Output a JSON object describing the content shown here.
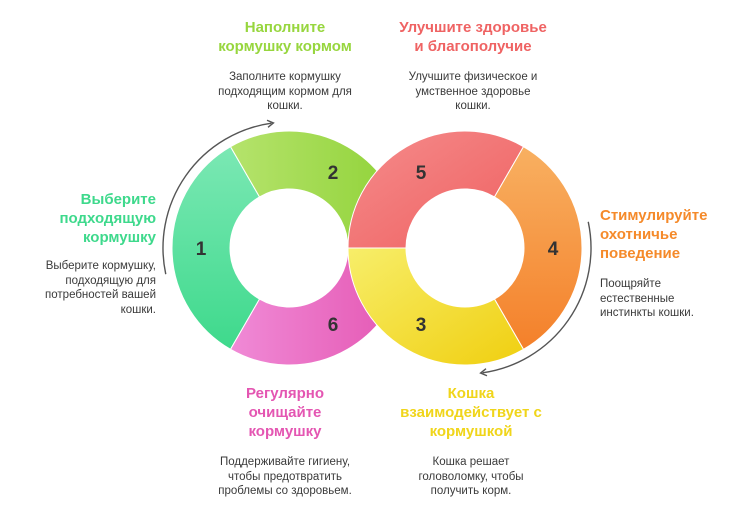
{
  "colors": {
    "step1": "#3ed98c",
    "step2": "#97d63e",
    "step3": "#f0d51a",
    "step4": "#f58a2a",
    "step5": "#ef6363",
    "step6": "#e456b2",
    "arrow": "#555555",
    "number": "#333333"
  },
  "steps": [
    {
      "number": "1",
      "title": "Выберите подходящую кормушку",
      "title_lines": [
        "Выберите",
        "подходящую",
        "кормушку"
      ],
      "desc_lines": [
        "Выберите кормушку,",
        "подходящую для",
        "потребностей вашей",
        "кошки."
      ]
    },
    {
      "number": "2",
      "title": "Наполните кормушку кормом",
      "title_lines": [
        "Наполните",
        "кормушку кормом"
      ],
      "desc_lines": [
        "Заполните кормушку",
        "подходящим кормом для",
        "кошки."
      ]
    },
    {
      "number": "3",
      "title": "Кошка взаимодействует с кормушкой",
      "title_lines": [
        "Кошка",
        "взаимодействует с",
        "кормушкой"
      ],
      "desc_lines": [
        "Кошка решает",
        "головоломку, чтобы",
        "получить корм."
      ]
    },
    {
      "number": "4",
      "title": "Стимулируйте охотничье поведение",
      "title_lines": [
        "Стимулируйте",
        "охотничье",
        "поведение"
      ],
      "desc_lines": [
        "Поощряйте",
        "естественные",
        "инстинкты кошки."
      ]
    },
    {
      "number": "5",
      "title": "Улучшите здоровье и благополучие",
      "title_lines": [
        "Улучшите здоровье",
        "и благополучие"
      ],
      "desc_lines": [
        "Улучшите физическое и",
        "умственное здоровье",
        "кошки."
      ]
    },
    {
      "number": "6",
      "title": "Регулярно очищайте кормушку",
      "title_lines": [
        "Регулярно",
        "очищайте",
        "кормушку"
      ],
      "desc_lines": [
        "Поддерживайте гигиену,",
        "чтобы предотвратить",
        "проблемы со здоровьем."
      ]
    }
  ]
}
